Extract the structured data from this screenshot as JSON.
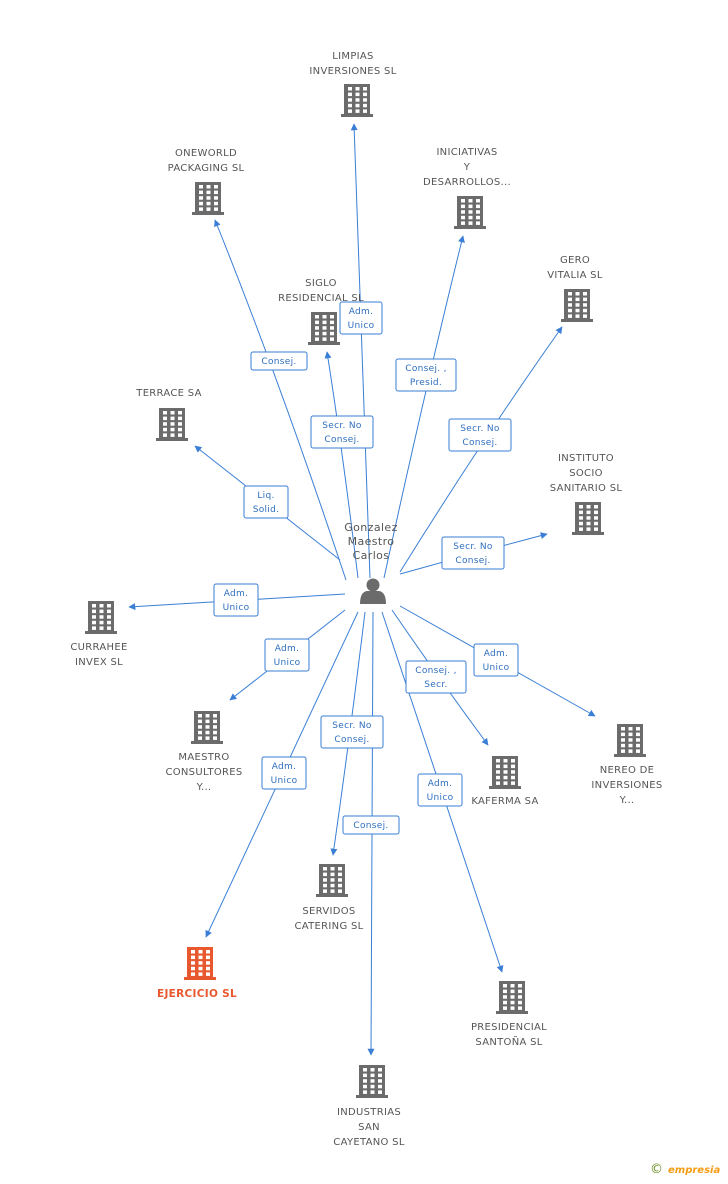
{
  "colors": {
    "edge": "#3a7fd5",
    "node": "#6b6b6b",
    "highlight": "#e8582e",
    "label": "#555555"
  },
  "center": {
    "lines": [
      "Gonzalez",
      "Maestro",
      "Carlos"
    ],
    "icon": "person-icon"
  },
  "nodes": [
    {
      "id": "limpias",
      "lines": [
        "LIMPIAS",
        "INVERSIONES SL"
      ],
      "icon": "building-icon"
    },
    {
      "id": "oneworld",
      "lines": [
        "ONEWORLD",
        "PACKAGING  SL"
      ],
      "icon": "building-icon"
    },
    {
      "id": "iniciativas",
      "lines": [
        "INICIATIVAS",
        "Y",
        "DESARROLLOS..."
      ],
      "icon": "building-icon"
    },
    {
      "id": "gero",
      "lines": [
        "GERO",
        "VITALIA SL"
      ],
      "icon": "building-icon"
    },
    {
      "id": "siglo",
      "lines": [
        "SIGLO",
        "RESIDENCIAL SL"
      ],
      "icon": "building-icon"
    },
    {
      "id": "terrace",
      "lines": [
        "TERRACE SA"
      ],
      "icon": "building-icon"
    },
    {
      "id": "instituto",
      "lines": [
        "INSTITUTO",
        "SOCIO",
        "SANITARIO SL"
      ],
      "icon": "building-icon"
    },
    {
      "id": "currahee",
      "lines": [
        "CURRAHEE",
        "INVEX  SL"
      ],
      "icon": "building-icon"
    },
    {
      "id": "maestro",
      "lines": [
        "MAESTRO",
        "CONSULTORES",
        "Y..."
      ],
      "icon": "building-icon"
    },
    {
      "id": "nereo",
      "lines": [
        "NEREO DE",
        "INVERSIONES",
        "Y..."
      ],
      "icon": "building-icon"
    },
    {
      "id": "kaferma",
      "lines": [
        "KAFERMA SA"
      ],
      "icon": "building-icon"
    },
    {
      "id": "servidos",
      "lines": [
        "SERVIDOS",
        "CATERING SL"
      ],
      "icon": "building-icon"
    },
    {
      "id": "ejercicio",
      "lines": [
        "EJERCICIO  SL"
      ],
      "icon": "building-icon",
      "highlight": true
    },
    {
      "id": "presidencial",
      "lines": [
        "PRESIDENCIAL",
        "SANTOÑA SL"
      ],
      "icon": "building-icon"
    },
    {
      "id": "industrias",
      "lines": [
        "INDUSTRIAS",
        "SAN",
        "CAYETANO SL"
      ],
      "icon": "building-icon"
    }
  ],
  "edges": [
    {
      "to": "limpias",
      "label": [
        "Adm.",
        "Unico"
      ]
    },
    {
      "to": "oneworld",
      "label": [
        "Consej."
      ]
    },
    {
      "to": "iniciativas",
      "label": [
        "Consej. ,",
        "Presid."
      ]
    },
    {
      "to": "gero",
      "label": [
        "Secr.  No",
        "Consej."
      ]
    },
    {
      "to": "siglo",
      "label": [
        "Secr.  No",
        "Consej."
      ]
    },
    {
      "to": "terrace",
      "label": [
        "Liq.",
        "Solid."
      ]
    },
    {
      "to": "instituto",
      "label": [
        "Secr.  No",
        "Consej."
      ]
    },
    {
      "to": "currahee",
      "label": [
        "Adm.",
        "Unico"
      ]
    },
    {
      "to": "maestro",
      "label": [
        "Adm.",
        "Unico"
      ]
    },
    {
      "to": "nereo",
      "label": [
        "Adm.",
        "Unico"
      ]
    },
    {
      "to": "kaferma",
      "label": [
        "Consej. ,",
        "Secr."
      ]
    },
    {
      "to": "servidos",
      "label": [
        "Secr.  No",
        "Consej."
      ]
    },
    {
      "to": "ejercicio",
      "label": [
        "Adm.",
        "Unico"
      ]
    },
    {
      "to": "presidencial",
      "label": [
        "Adm.",
        "Unico"
      ]
    },
    {
      "to": "industrias",
      "label": [
        "Consej."
      ]
    }
  ],
  "footer": {
    "copyright": "©",
    "brand": "empresia"
  }
}
